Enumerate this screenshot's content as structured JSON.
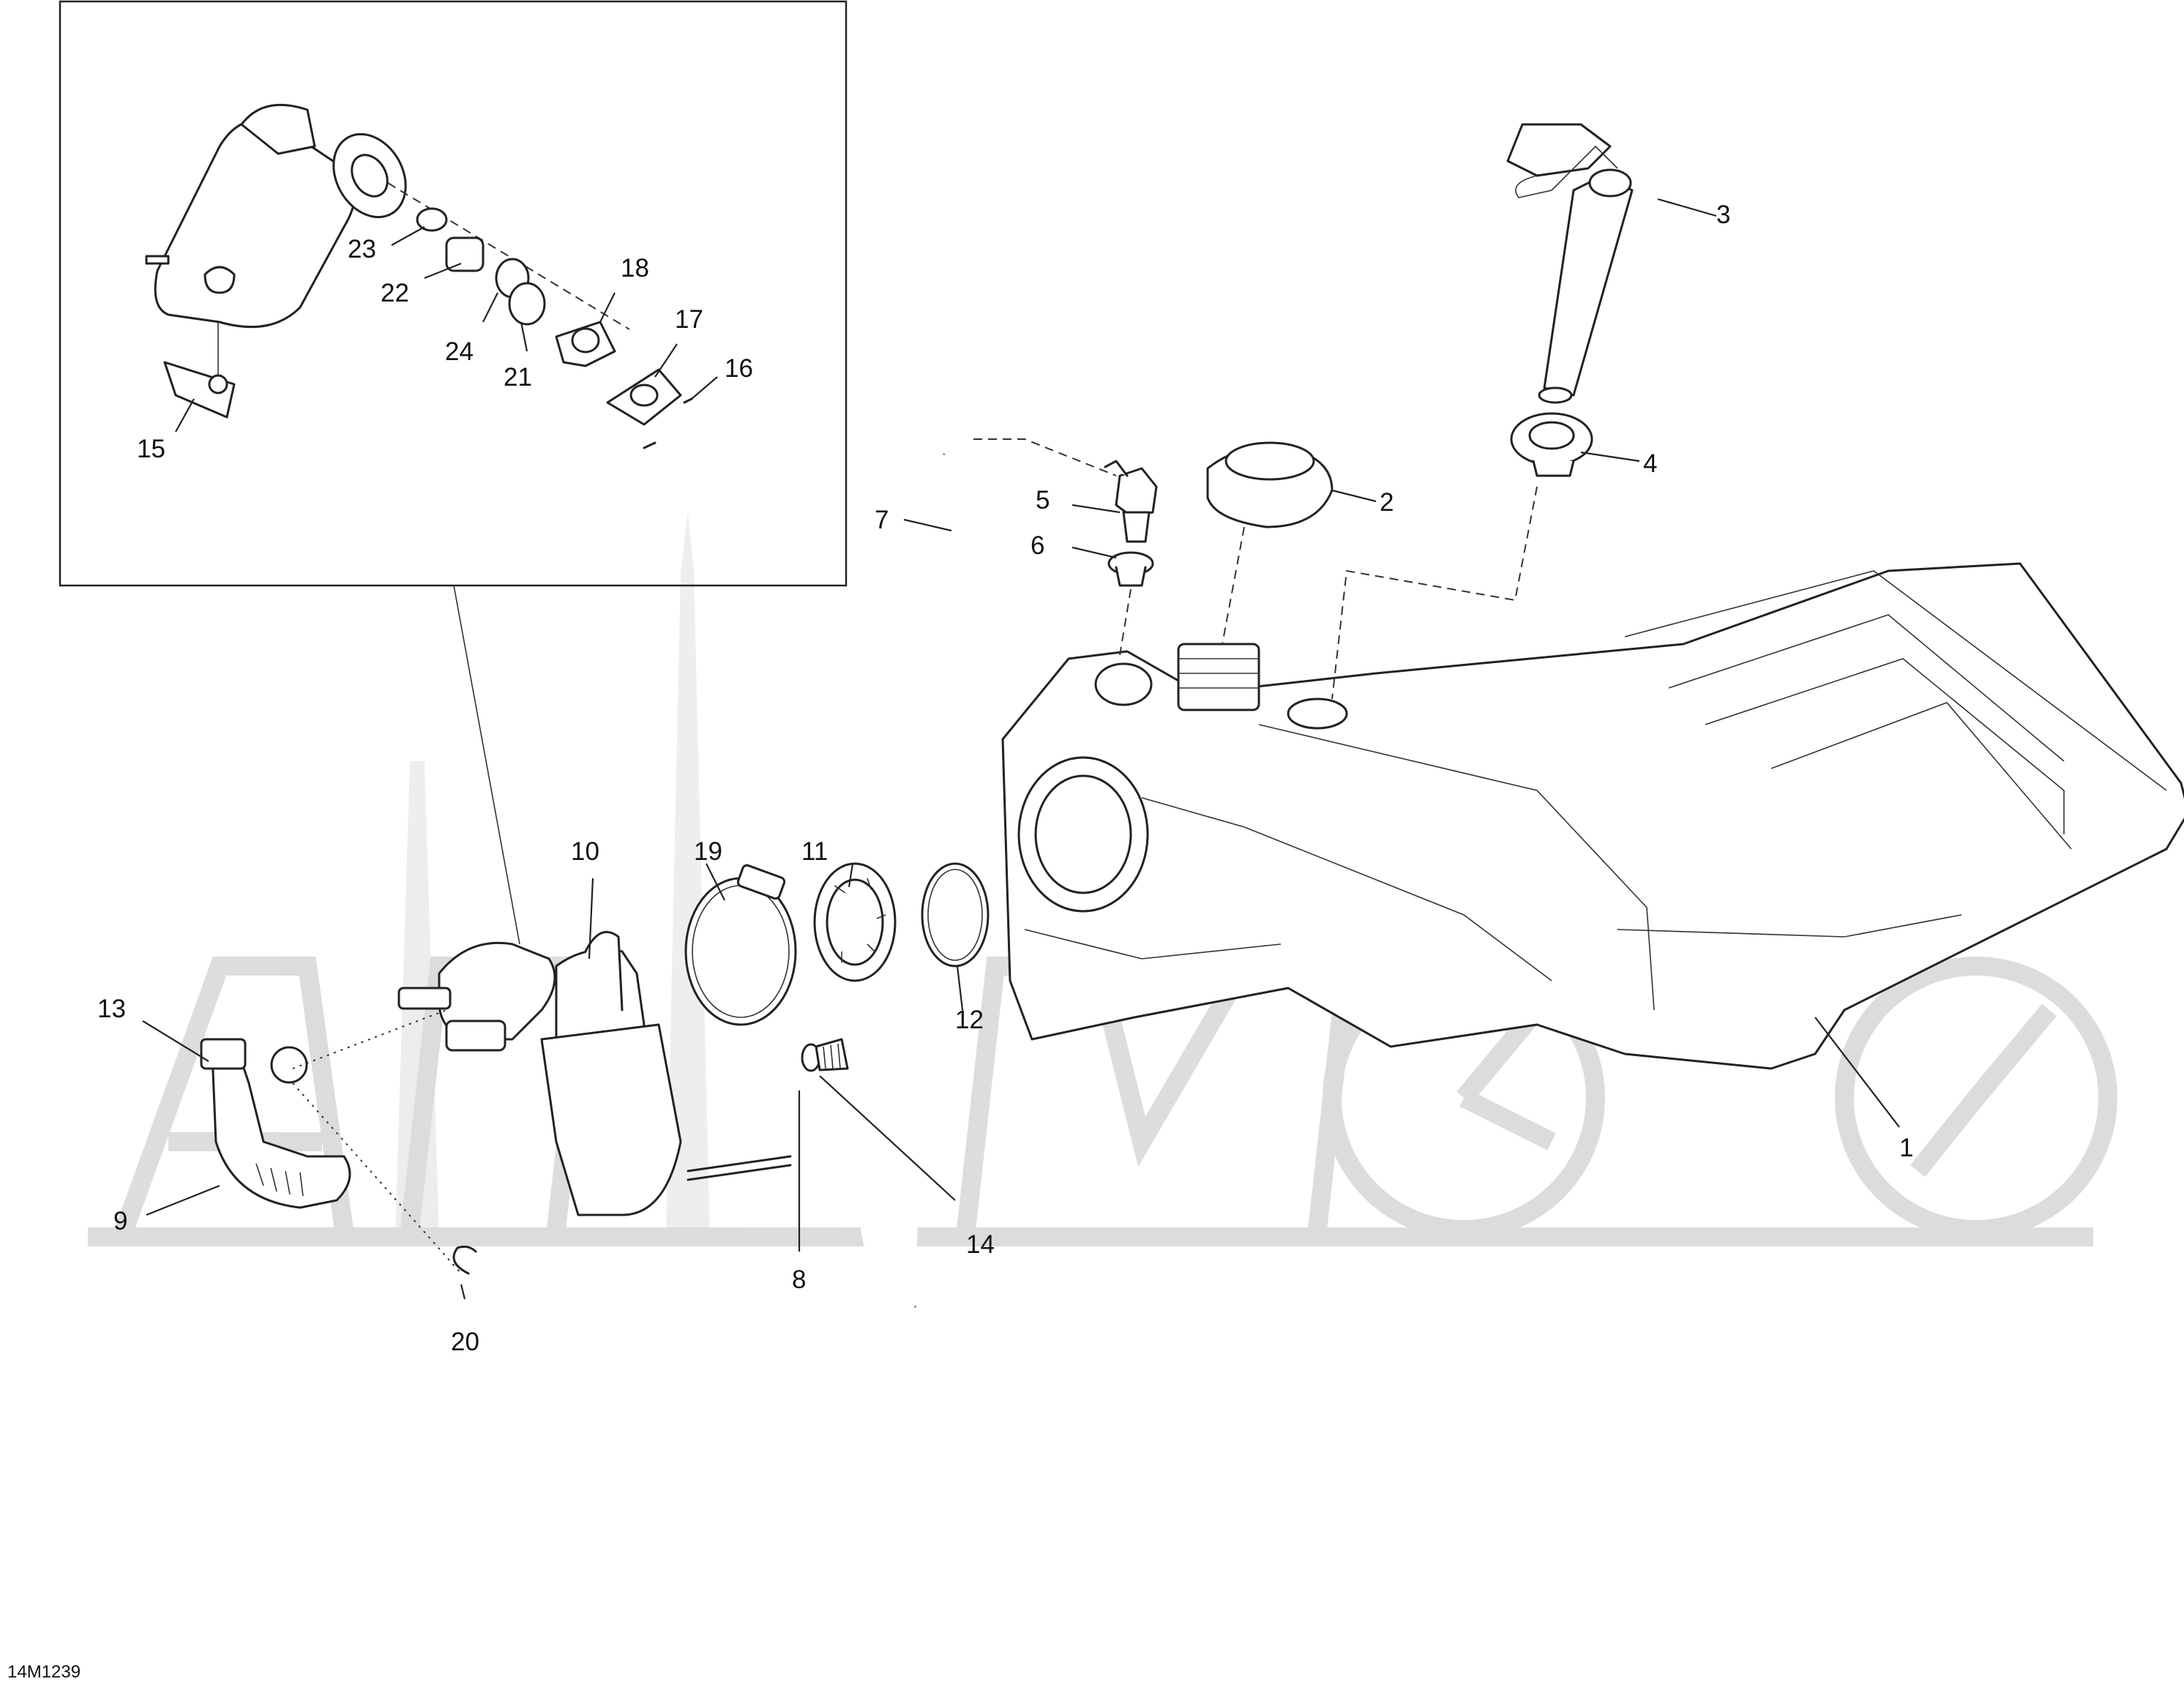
{
  "diagram": {
    "drawing_code": "14M1239",
    "callouts": [
      {
        "id": "c1",
        "text": "1"
      },
      {
        "id": "c2",
        "text": "2"
      },
      {
        "id": "c3",
        "text": "3"
      },
      {
        "id": "c4",
        "text": "4"
      },
      {
        "id": "c5",
        "text": "5"
      },
      {
        "id": "c6",
        "text": "6"
      },
      {
        "id": "c7",
        "text": "7"
      },
      {
        "id": "c8",
        "text": "8"
      },
      {
        "id": "c9",
        "text": "9"
      },
      {
        "id": "c10",
        "text": "10"
      },
      {
        "id": "c11",
        "text": "11"
      },
      {
        "id": "c12",
        "text": "12"
      },
      {
        "id": "c13",
        "text": "13"
      },
      {
        "id": "c14",
        "text": "14"
      },
      {
        "id": "c15",
        "text": "15"
      },
      {
        "id": "c16",
        "text": "16"
      },
      {
        "id": "c17",
        "text": "17"
      },
      {
        "id": "c18",
        "text": "18"
      },
      {
        "id": "c19",
        "text": "19"
      },
      {
        "id": "c20",
        "text": "20"
      },
      {
        "id": "c21",
        "text": "21"
      },
      {
        "id": "c22",
        "text": "22"
      },
      {
        "id": "c23",
        "text": "23"
      },
      {
        "id": "c24",
        "text": "24"
      }
    ],
    "colors": {
      "line": "#222222",
      "watermark": "#d9d9d9",
      "background": "#ffffff"
    }
  }
}
